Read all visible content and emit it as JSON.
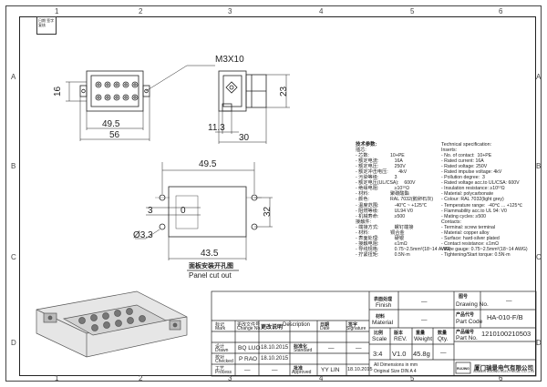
{
  "zones_top": [
    "1",
    "2",
    "3",
    "4",
    "5",
    "6"
  ],
  "zones_side": [
    "A",
    "B",
    "C",
    "D"
  ],
  "corner_stamp": "日期 签字 复核",
  "top_view": {
    "thread_label": "M3X10",
    "dim_height": "16",
    "dim_inner_width": "49.5",
    "dim_outer_width": "56"
  },
  "side_view": {
    "dim_height": "23",
    "dim_small": "11.3",
    "dim_width": "30"
  },
  "cutout": {
    "dim_top_width": "49.5",
    "dim_left": "3",
    "dim_zero": "0",
    "dim_right": "32",
    "dim_bottom_width": "43.5",
    "dim_hole": "Ø3.3",
    "label_cn": "面板安装开孔图",
    "label_en": "Panel cut out"
  },
  "spec_cn": {
    "title": "技术参数:",
    "lines": [
      "插芯:",
      "- 芯数:                10+PE",
      "- 额定电流:            16A",
      "- 额定电压:            250V",
      "- 额定冲击电压:        4kV",
      "- 污染等级:            3",
      "- 额定电压(UL/CSA):    600V",
      "- 绝缘电阻:            ≥10¹⁰Ω",
      "- 材料:                聚碳酸酯",
      "- 颜色:                RAL 7032(鹅卵石灰)",
      "- 温度范围:            -40℃ ~ +125℃",
      "- 阻燃等级:            UL94 V0",
      "- 机械寿命:            ≥500",
      "接触件:",
      "- 端接方式:            螺钉端接",
      "- 材料:                铜合金",
      "- 表面处理:            硬银",
      "- 接触电阻:            ≤1mΩ",
      "- 导线规格:            0.75~2.5mm²(18~14 AWG)",
      "- 拧紧扭矩:            0.5N·m"
    ]
  },
  "spec_en": {
    "title": "Technical specification:",
    "lines": [
      "Inserts:",
      "- No. of contact:  10+PE",
      "- Rated current: 16A",
      "- Rated voltage: 250V",
      "- Rated impulse voltage: 4kV",
      "- Pollution degree:  3",
      "- Rated voltage acc.to UL/CSA: 600V",
      "- Insulation resistance: ≥10¹⁰Ω",
      "- Material: polycarbonate",
      "- Colour: RAL 7032(light grey)",
      "- Temperature range:  -40℃ ... +125℃",
      "- Flammability acc.to UL 94: V0",
      "- Mating cycles: ≥500",
      "Contacts:",
      "- Terminal: screw terminal",
      "- Material: copper alloy",
      "- Surface: hard-silver plated",
      "- Contact resistance: ≤1mΩ",
      "- Wire gauge: 0.75~2.5mm²(18~14 AWG)",
      "- Tightening/Start torque: 0.5N·m"
    ]
  },
  "title_block": {
    "finish_cn": "表面处理",
    "finish_en": "Finish",
    "finish_val": "—",
    "material_cn": "材料",
    "material_en": "Material",
    "material_val": "—",
    "drawing_no_cn": "图号",
    "drawing_no_en": "Drawing No.",
    "drawing_no_val": "—",
    "part_code_cn": "产品代号",
    "part_code_en": "Part Code",
    "part_code_val": "HA-010-F/B",
    "part_no_cn": "产品编号",
    "part_no_en": "Part No.",
    "part_no_val": "1210100210503",
    "mark_cn": "标记",
    "mark_en": "Mark",
    "change_cn": "更改文件号",
    "change_en": "Change No.",
    "desc_cn": "更改说明",
    "desc_en": "Description",
    "date_cn": "日期",
    "date_en": "Date",
    "sig_cn": "签字",
    "sig_en": "Signature",
    "drawn_cn": "设计",
    "drawn_en": "Drawn",
    "drawn_name": "BQ LUO",
    "drawn_date": "18.10.2015",
    "checked_cn": "校对",
    "checked_en": "Checked",
    "checked_name": "P RAO",
    "checked_date": "18.10.2015",
    "process_cn": "工艺",
    "process_en": "Process",
    "process_name": "—",
    "process_date": "—",
    "std_cn": "标准化",
    "std_en": "Standard",
    "std_val": "—",
    "std_date": "—",
    "approved_cn": "批准",
    "approved_en": "Approved",
    "approved_name": "YY LIN",
    "approved_date": "18.10.2015",
    "scale_cn": "比例",
    "scale_en": "Scale",
    "scale_val": "3:4",
    "rev_cn": "版本",
    "rev_en": "REV.",
    "rev_val": "V1.0",
    "weight_cn": "重量",
    "weight_en": "Weight",
    "weight_val": "45.8g",
    "qty_cn": "数量",
    "qty_en": "Qty.",
    "qty_val": "—",
    "unit_note": "All Dimensions in mm",
    "size_note": "Original Size DIN A 4",
    "company_cn": "厦门瑞景电气有限公司",
    "company_en": "XIAMEN RUIJING ELECTRICAL CO.,LTD",
    "logo_text": "RUIJING"
  }
}
